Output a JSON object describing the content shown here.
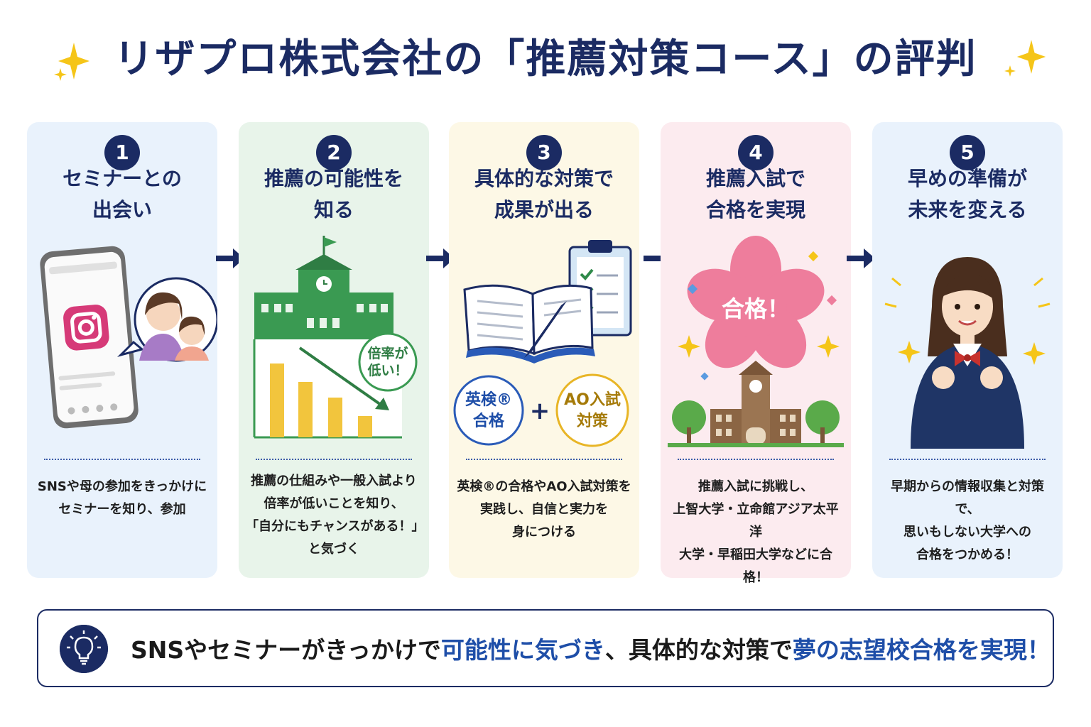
{
  "title": "リザプロ株式会社の「推薦対策コース」の評判",
  "colors": {
    "navy": "#1b2b63",
    "card_bg": [
      "#e9f2fc",
      "#e8f4ea",
      "#fdf8e6",
      "#fcebef",
      "#e9f2fc"
    ],
    "accent_blue": "#1e4ea8",
    "green": "#3a9a52",
    "yellow": "#f2c53d",
    "pink": "#ee7d9c"
  },
  "steps": [
    {
      "number": "1",
      "heading_line1": "セミナーとの",
      "heading_line2": "出会い",
      "desc_line1": "SNSや母の参加をきっかけに",
      "desc_line2": "セミナーを知り、参加",
      "desc_line3": "",
      "desc_line4": "",
      "icons": [
        "smartphone-icon",
        "instagram-icon",
        "mother-daughter-icon"
      ]
    },
    {
      "number": "2",
      "heading_line1": "推薦の可能性を",
      "heading_line2": "知る",
      "badge_line1": "倍率が",
      "badge_line2": "低い！",
      "desc_line1": "推薦の仕組みや一般入試より",
      "desc_line2": "倍率が低いことを知り、",
      "desc_line3": "「自分にもチャンスがある！」",
      "desc_line4": "と気づく",
      "icons": [
        "school-building-icon",
        "declining-bar-chart-icon"
      ]
    },
    {
      "number": "3",
      "heading_line1": "具体的な対策で",
      "heading_line2": "成果が出る",
      "badge_left_line1": "英検®",
      "badge_left_line2": "合格",
      "plus": "+",
      "badge_right_line1": "AO入試",
      "badge_right_line2": "対策",
      "desc_line1": "英検®の合格やAO入試対策を",
      "desc_line2": "実践し、自信と実力を",
      "desc_line3": "身につける",
      "desc_line4": "",
      "icons": [
        "open-book-icon",
        "pen-icon",
        "checklist-clipboard-icon"
      ]
    },
    {
      "number": "4",
      "heading_line1": "推薦入試で",
      "heading_line2": "合格を実現",
      "flower_text": "合格！",
      "desc_line1": "推薦入試に挑戦し、",
      "desc_line2": "上智大学・立命館アジア太平洋",
      "desc_line3": "大学・早稲田大学などに合格！",
      "desc_line4": "",
      "icons": [
        "cherry-blossom-icon",
        "university-building-icon",
        "tree-icon"
      ]
    },
    {
      "number": "5",
      "heading_line1": "早めの準備が",
      "heading_line2": "未来を変える",
      "desc_line1": "早期からの情報収集と対策で、",
      "desc_line2": "思いもしない大学への",
      "desc_line3": "合格をつかめる！",
      "desc_line4": "",
      "icons": [
        "student-girl-icon",
        "sparkle-icon"
      ]
    }
  ],
  "summary": {
    "part1": "SNSやセミナーがきっかけで",
    "part2": "可能性に気づき",
    "part3": "、具体的な対策で",
    "part4": "夢の志望校合格を実現！",
    "icon": "lightbulb-icon"
  }
}
